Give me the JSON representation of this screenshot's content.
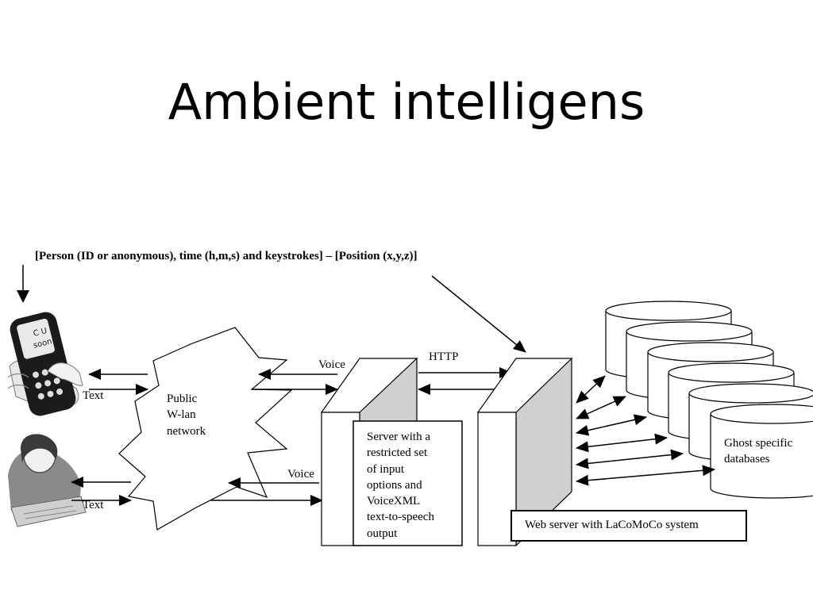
{
  "slide": {
    "title": "Ambient intelligens",
    "header_line": "[Person (ID or anonymous), time (h,m,s) and keystrokes] – [Position (x,y,z)]"
  },
  "diagram": {
    "nodes": {
      "network": [
        "Public",
        "W-lan",
        "network"
      ],
      "voice_server": [
        "Server with a",
        "restricted set",
        "of input",
        "options and",
        "VoiceXML",
        "text-to-speech",
        "output"
      ],
      "web_server": "Web server with LaCoMoCo system",
      "databases": [
        "Ghost specific",
        "databases"
      ]
    },
    "edge_labels": {
      "phone_text": "Text",
      "person_text": "Text",
      "voice_top": "Voice",
      "voice_bottom": "Voice",
      "http": "HTTP"
    },
    "phone_screen": [
      "C U",
      "soon"
    ]
  }
}
